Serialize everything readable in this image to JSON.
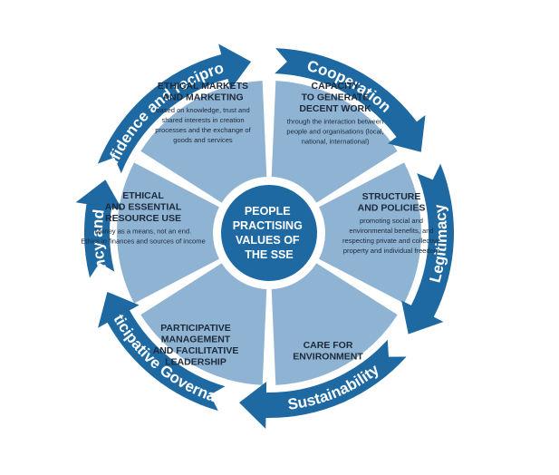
{
  "center": {
    "lines": [
      "PEOPLE",
      "PRACTISING",
      "VALUES OF",
      "THE SSE"
    ]
  },
  "sectors": [
    {
      "id": "ethical-markets",
      "title_lines": [
        "ETHICAL MARKETS",
        "AND MARKETING"
      ],
      "body_lines": [
        "based on knowledge, trust and",
        "shared interests in creation",
        "processes and the exchange of",
        "goods and services"
      ]
    },
    {
      "id": "decent-work",
      "title_lines": [
        "CAPACITY",
        "TO GENERATE",
        "DECENT WORK"
      ],
      "body_lines": [
        "through the interaction between",
        "people and organisations (local,",
        "national, international)"
      ]
    },
    {
      "id": "structure-policies",
      "title_lines": [
        "STRUCTURE",
        "AND POLICIES"
      ],
      "body_lines": [
        "promoting social and",
        "environmental benefits, and",
        "respecting private and collective",
        "property and individual freedom"
      ]
    },
    {
      "id": "care-environment",
      "title_lines": [
        "CARE FOR",
        "ENVIRONMENT"
      ],
      "body_lines": []
    },
    {
      "id": "participative-management",
      "title_lines": [
        "PARTICIPATIVE",
        "MANAGEMENT",
        "AND FACILITATIVE",
        "LEADERSHIP"
      ],
      "body_lines": []
    },
    {
      "id": "ethical-resource-use",
      "title_lines": [
        "ETHICAL",
        "AND ESSENTIAL",
        "RESOURCE USE"
      ],
      "body_lines": [
        "Money as a means, not an end.",
        "Ethics in finances and sources of income"
      ]
    }
  ],
  "arrows": [
    {
      "id": "confidence",
      "label": "Confidence and reciprocity"
    },
    {
      "id": "cooperation",
      "label": "Cooperation"
    },
    {
      "id": "legitimacy",
      "label": "Legitimacy"
    },
    {
      "id": "sustainability",
      "label": "Sustainability"
    },
    {
      "id": "governance",
      "label": "Participative Governance"
    },
    {
      "id": "efficiency",
      "label": "Efficiency and equity"
    }
  ],
  "colors": {
    "sector_fill": "#8fb3d3",
    "arrow_fill": "#1f69a3",
    "center_fill": "#1f69a3",
    "title_text": "#1b2a3a",
    "arrow_text": "#ffffff"
  }
}
